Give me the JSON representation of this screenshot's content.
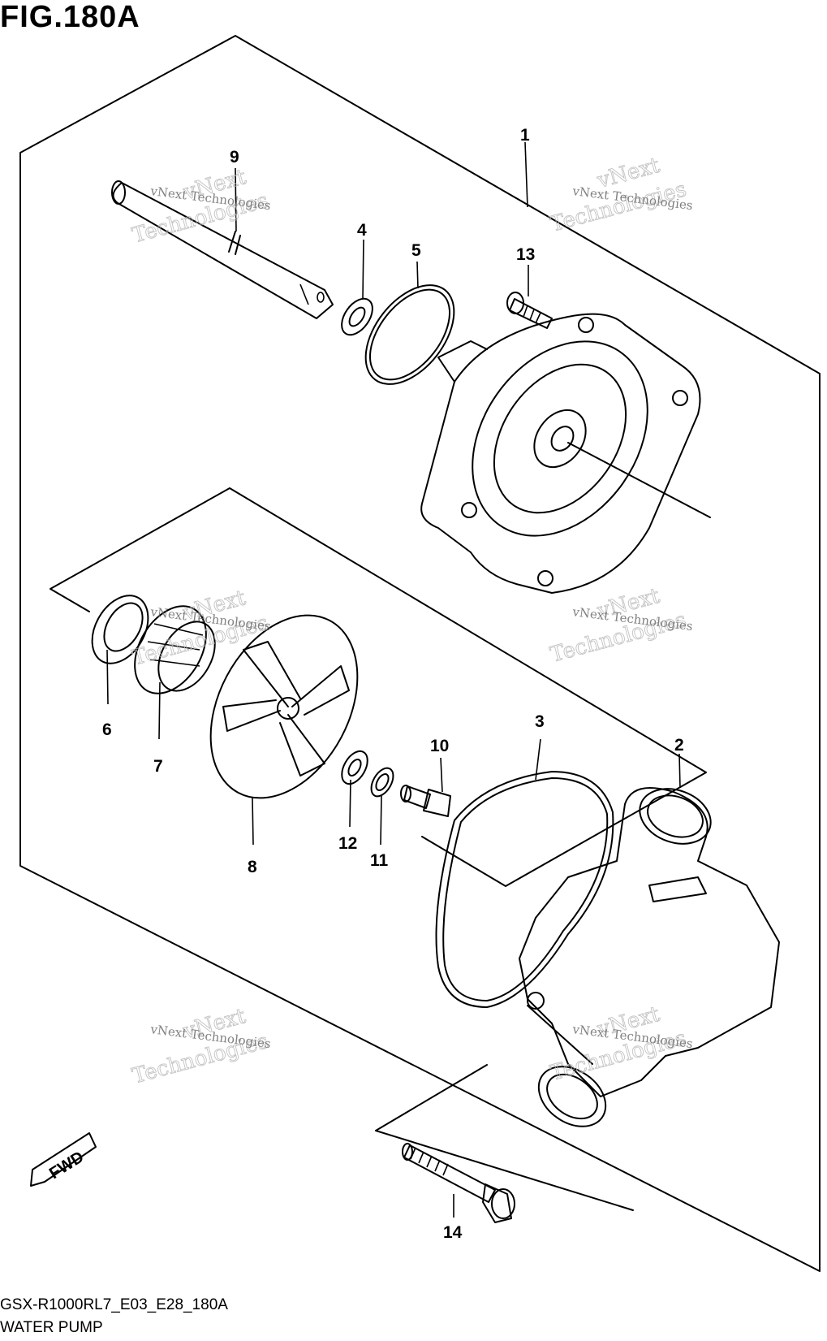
{
  "figure": {
    "title": "FIG.180A",
    "code": "GSX-R1000RL7_E03_E28_180A",
    "name": "WATER PUMP"
  },
  "callouts": [
    "1",
    "2",
    "3",
    "4",
    "5",
    "6",
    "7",
    "8",
    "9",
    "10",
    "11",
    "12",
    "13",
    "14"
  ],
  "fwd_label": "FWD",
  "watermark": {
    "line1": "vNext",
    "line2": "Technologies",
    "line3": "vNext Technologies"
  }
}
